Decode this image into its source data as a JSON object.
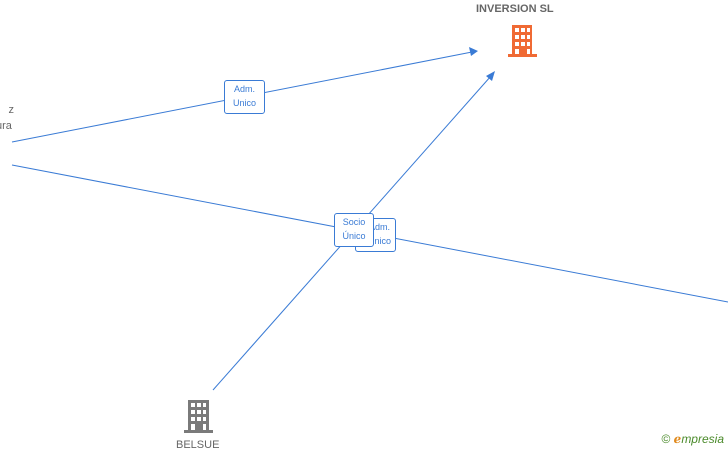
{
  "nodes": {
    "company_top": {
      "name": "INVERSION  SL",
      "color": "#f06a34"
    },
    "company_bottom": {
      "name": "BELSUE",
      "color": "#7a7a7a"
    },
    "person_left": {
      "line1": "z",
      "line2": "ura"
    }
  },
  "edges": {
    "adm_top": {
      "line1": "Adm.",
      "line2": "Unico"
    },
    "socio": {
      "line1": "Socio",
      "line2": "Único"
    },
    "adm_right": {
      "line1": "Adm.",
      "line2": "Unico"
    }
  },
  "brand": {
    "copyright": "©",
    "e": "ℯ",
    "rest": "mpresia"
  },
  "colors": {
    "edge": "#3a7bd5"
  }
}
